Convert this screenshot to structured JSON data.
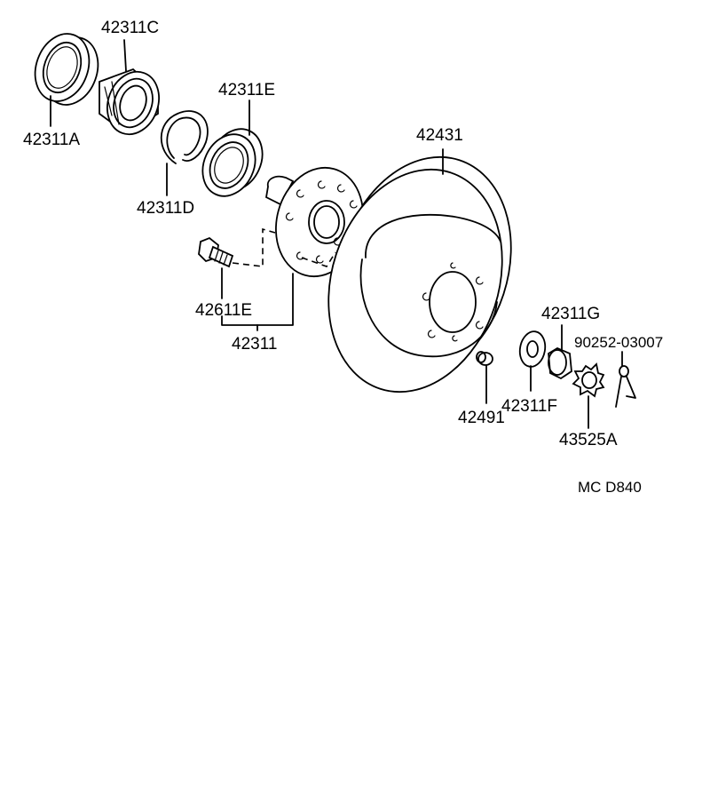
{
  "parts": {
    "p42311C": "42311C",
    "p42311A": "42311A",
    "p42311E": "42311E",
    "p42311D": "42311D",
    "p42431": "42431",
    "p42611E": "42611E",
    "p42311": "42311",
    "p42311G": "42311G",
    "p90252_03007": "90252-03007",
    "p42491": "42491",
    "p42311F": "42311F",
    "p43525A": "43525A"
  },
  "drawing_code": "MC D840"
}
